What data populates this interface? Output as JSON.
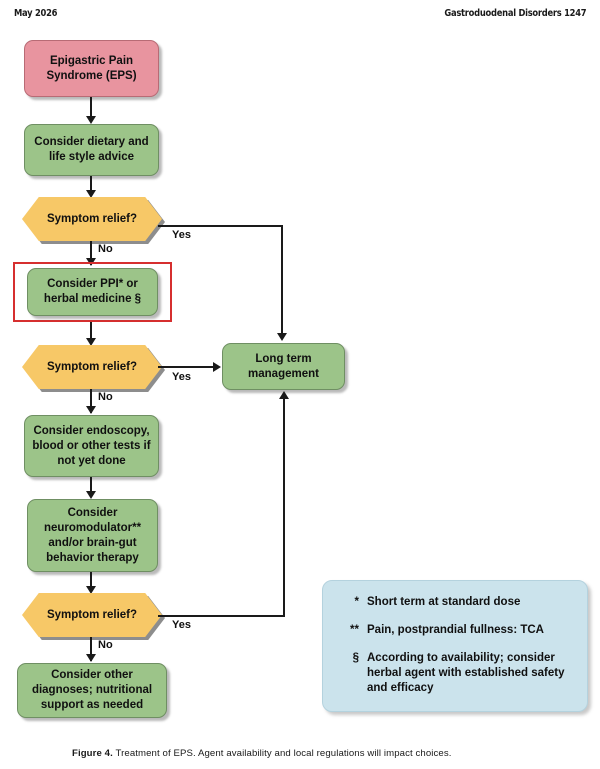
{
  "header": {
    "left": "May 2026",
    "right": "Gastroduodenal Disorders  1247"
  },
  "figure": {
    "caption_label": "Figure 4.",
    "caption_text": " Treatment of EPS. Agent availability and local regulations will impact choices."
  },
  "colors": {
    "start_node": "#e8949f",
    "action_node": "#9cc489",
    "decision_node": "#f7c867",
    "legend_panel": "#cbe3ec",
    "highlight_border": "#d62f2f",
    "connector": "#1a1a1a"
  },
  "nodes": {
    "start": {
      "label": "Epigastric Pain Syndrome (EPS)",
      "type": "start",
      "color": "#e8949f"
    },
    "dietary": {
      "label": "Consider dietary and life style advice",
      "type": "action",
      "color": "#9cc489"
    },
    "relief1": {
      "label": "Symptom relief?",
      "type": "decision",
      "color": "#f7c867"
    },
    "ppi": {
      "label": "Consider PPI* or herbal medicine §",
      "type": "action",
      "color": "#9cc489",
      "highlighted": "true"
    },
    "relief2": {
      "label": "Symptom relief?",
      "type": "decision",
      "color": "#f7c867"
    },
    "endoscopy": {
      "label": "Consider endoscopy, blood or other tests if not yet done",
      "type": "action",
      "color": "#9cc489"
    },
    "neuromod": {
      "label": "Consider neuromodulator** and/or brain-gut behavior therapy",
      "type": "action",
      "color": "#9cc489"
    },
    "relief3": {
      "label": "Symptom relief?",
      "type": "decision",
      "color": "#f7c867"
    },
    "other": {
      "label": "Consider other diagnoses; nutritional support as needed",
      "type": "action",
      "color": "#9cc489"
    },
    "longterm": {
      "label": "Long term management",
      "type": "action",
      "color": "#9cc489"
    }
  },
  "edge_labels": {
    "yes1": "Yes",
    "no1": "No",
    "yes2": "Yes",
    "no2": "No",
    "yes3": "Yes",
    "no3": "No"
  },
  "legend": {
    "items": [
      {
        "mark": "*",
        "text": "Short term at standard dose"
      },
      {
        "mark": "**",
        "text": "Pain, postprandial fullness: TCA"
      },
      {
        "mark": "§",
        "text": "According to availability; consider herbal agent with established safety and efficacy"
      }
    ]
  }
}
